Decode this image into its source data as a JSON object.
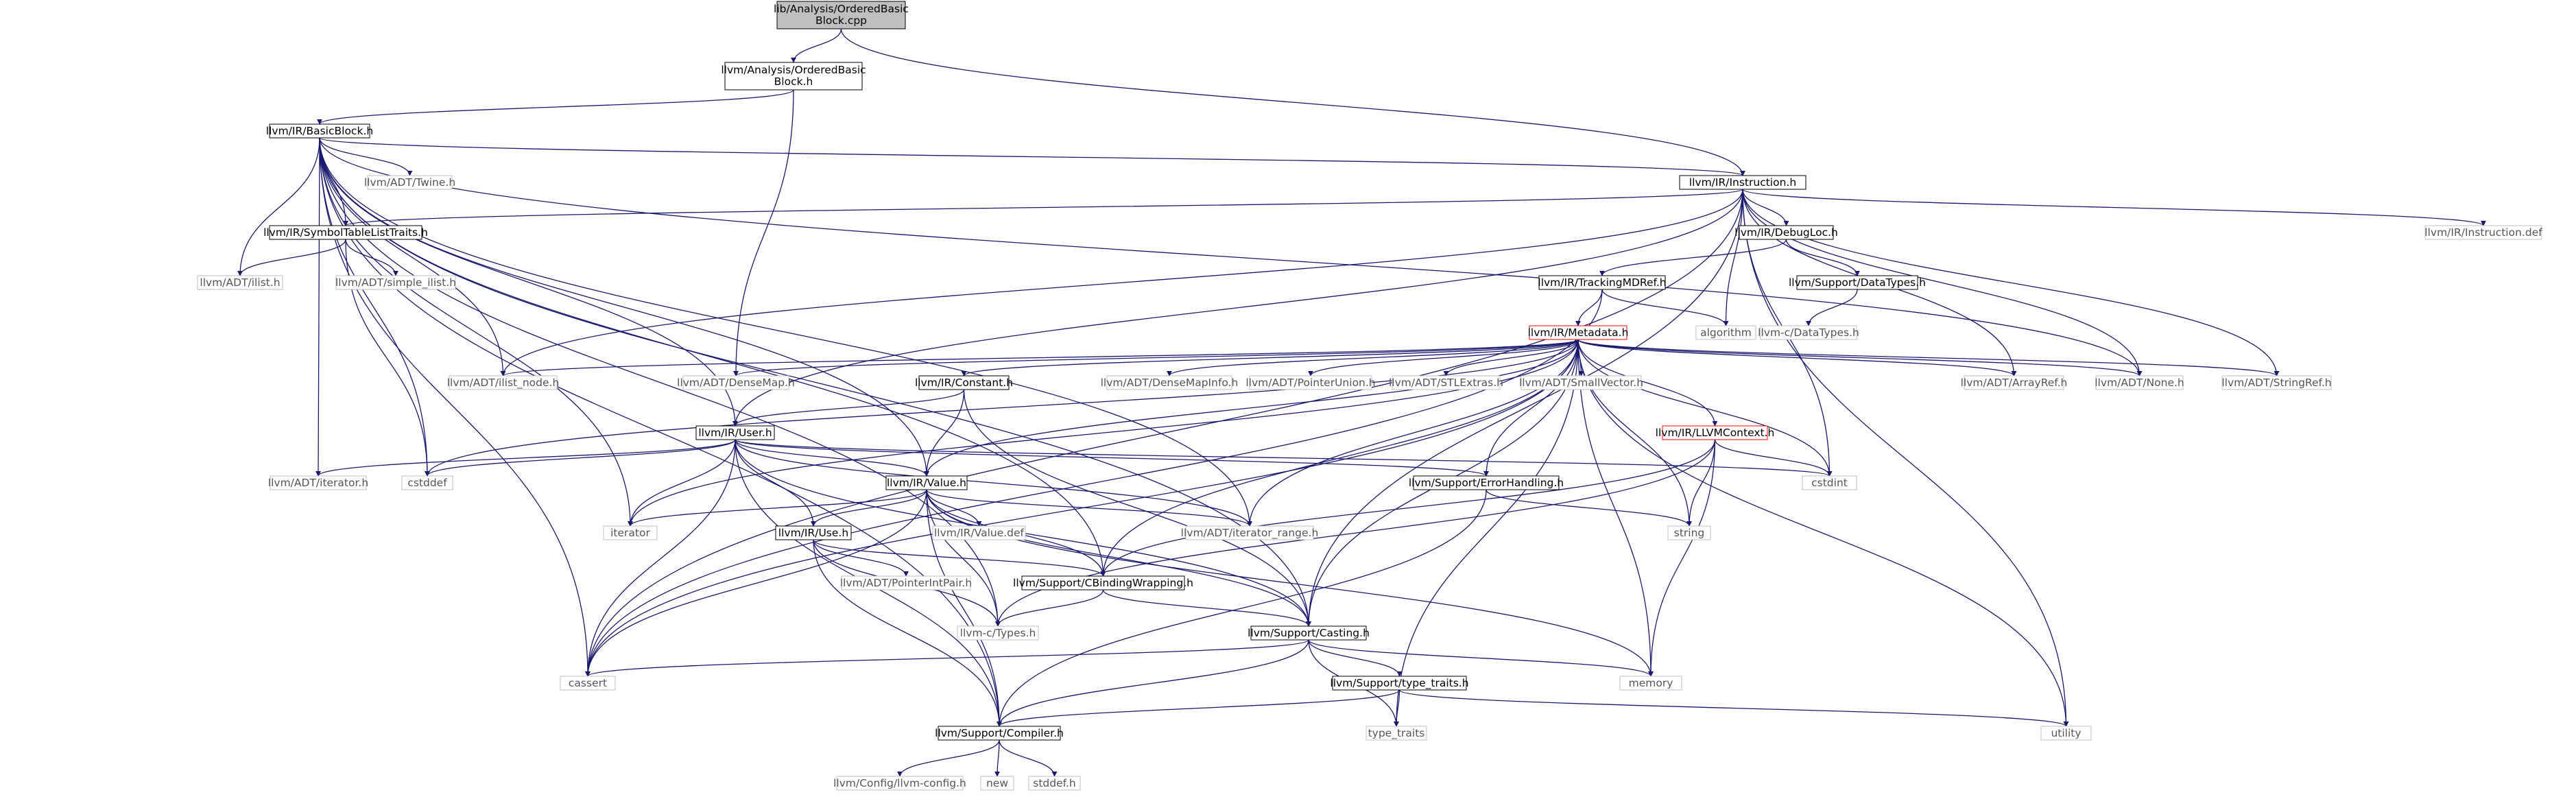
{
  "nodes": {
    "root": [
      "lib/Analysis/OrderedBasic",
      "Block.cpp"
    ],
    "obb": [
      "llvm/Analysis/OrderedBasic",
      "Block.h"
    ],
    "basicblock": "llvm/IR/BasicBlock.h",
    "instruction": "llvm/IR/Instruction.h",
    "twine": "llvm/ADT/Twine.h",
    "symtab": "llvm/IR/SymbolTableListTraits.h",
    "ilist": "llvm/ADT/ilist.h",
    "simple_ilist": "llvm/ADT/simple_ilist.h",
    "instrdef": "llvm/IR/Instruction.def",
    "debugloc": "llvm/IR/DebugLoc.h",
    "trackingmdref": "llvm/IR/TrackingMDRef.h",
    "datatypes": "llvm/Support/DataTypes.h",
    "algorithm": "algorithm",
    "cdatatypes": "llvm-c/DataTypes.h",
    "metadata": "llvm/IR/Metadata.h",
    "ilist_node": "llvm/ADT/ilist_node.h",
    "densemap": "llvm/ADT/DenseMap.h",
    "constant": "llvm/IR/Constant.h",
    "densemapinfo": "llvm/ADT/DenseMapInfo.h",
    "pointerunion": "llvm/ADT/PointerUnion.h",
    "stlextras": "llvm/ADT/STLExtras.h",
    "smallvector": "llvm/ADT/SmallVector.h",
    "arrayref": "llvm/ADT/ArrayRef.h",
    "none": "llvm/ADT/None.h",
    "stringref": "llvm/ADT/StringRef.h",
    "user": "llvm/IR/User.h",
    "llvmcontext": "llvm/IR/LLVMContext.h",
    "iterator_h": "llvm/ADT/iterator.h",
    "cstddef": "cstddef",
    "value": "llvm/IR/Value.h",
    "errorhandling": "llvm/Support/ErrorHandling.h",
    "cstdint": "cstdint",
    "iterator": "iterator",
    "use": "llvm/IR/Use.h",
    "valuedef": "llvm/IR/Value.def",
    "iterator_range": "llvm/ADT/iterator_range.h",
    "string": "string",
    "pointerintpair": "llvm/ADT/PointerIntPair.h",
    "cbinding": "llvm/Support/CBindingWrapping.h",
    "ctypes": "llvm-c/Types.h",
    "casting": "llvm/Support/Casting.h",
    "cassert": "cassert",
    "memory": "memory",
    "type_traits_h": "llvm/Support/type_traits.h",
    "compiler": "llvm/Support/Compiler.h",
    "type_traits": "type_traits",
    "utility": "utility",
    "llvmconfig": "llvm/Config/llvm-config.h",
    "new": "new",
    "stddef": "stddef.h"
  },
  "colors": {
    "edge": "#191970",
    "node_border": "#000000",
    "external_border": "#bfbfbf",
    "truncated_border": "#ff0000",
    "root_fill": "#bfbfbf",
    "text": "#000000",
    "external_text": "#555555"
  }
}
